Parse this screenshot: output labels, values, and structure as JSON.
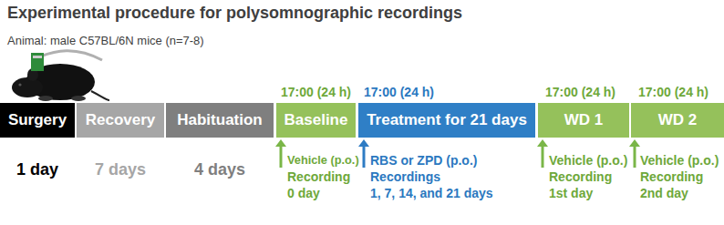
{
  "diagram": {
    "title": "Experimental procedure for polysomnographic recordings",
    "nodes": [
      {
        "text": [
          "Surgery"
        ]
      },
      {
        "text": [
          "Recovery"
        ]
      },
      {
        "text": [
          "Habituation"
        ]
      },
      {
        "text": [
          "Baseline"
        ]
      },
      {
        "text": [
          "Treatment for 21 days"
        ]
      },
      {
        "text": [
          "WD 1"
        ]
      },
      {
        "text": [
          "WD 2"
        ]
      }
    ],
    "edges": [],
    "labels": [
      "Animal: male C57BL/6N mice (n=7-8)",
      "1 day",
      "7 days",
      "4 days",
      "17:00 (24 h)",
      "17:00 (24 h)",
      "17:00 (24 h)",
      "17:00 (24 h)",
      "Vehicle (p.o.)",
      "Recording",
      "0 day",
      "RBS or ZPD (p.o.)",
      "Recordings",
      "1, 7, 14, and 21 days",
      "Vehicle (p.o.)",
      "Recording",
      "1st day",
      "Vehicle (p.o.)",
      "Recording",
      "2nd day"
    ]
  }
}
